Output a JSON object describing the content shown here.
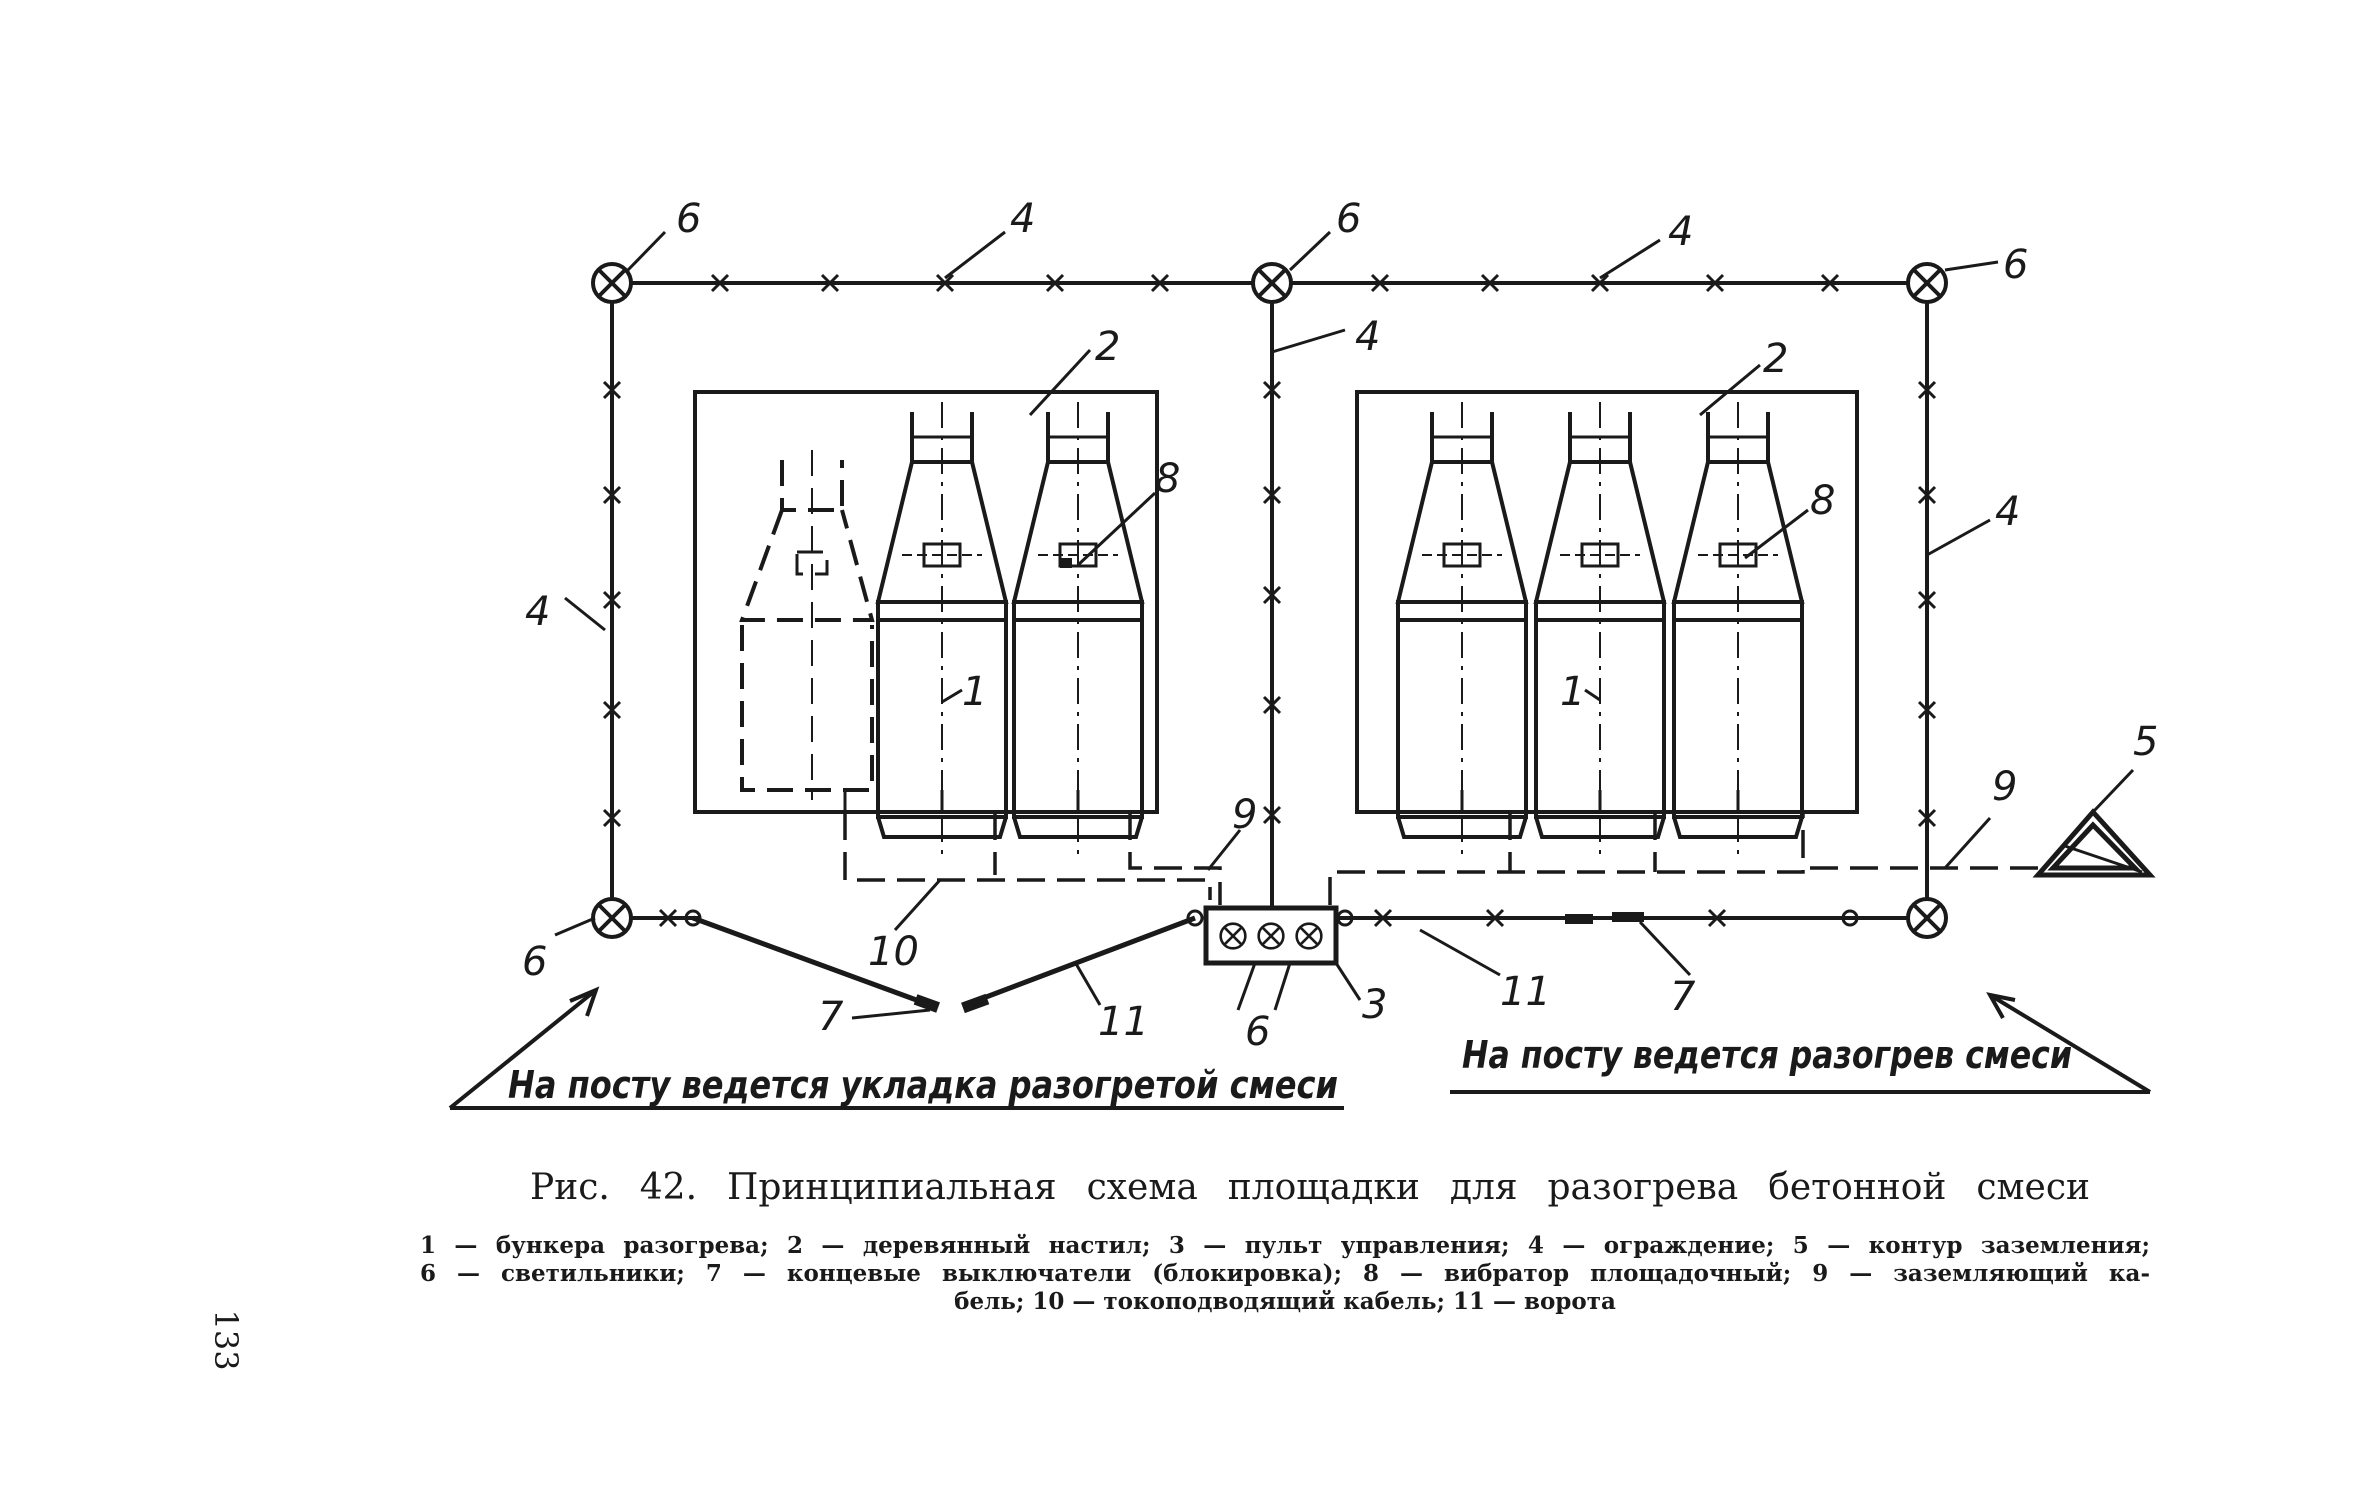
{
  "labels": {
    "n1": "1",
    "n2": "2",
    "n3": "3",
    "n4": "4",
    "n5": "5",
    "n6": "6",
    "n7": "7",
    "n8": "8",
    "n9": "9",
    "n10": "10",
    "n11": "11"
  },
  "banners": {
    "left": "На посту ведется укладка разогретой смеси",
    "right": "На посту ведется разогрев смеси"
  },
  "caption": "Рис. 42. Принципиальная схема площадки для разогрева бетонной смеси",
  "legend": {
    "line1": "1 — бункера разогрева; 2 — деревянный настил; 3 — пульт управления; 4 — ограждение; 5 — контур заземления;",
    "line2": "6 — светильники; 7 — концевые выключатели (блокировка); 8 — вибратор площадочный; 9 — заземляющий ка-",
    "line3": "бель; 10 — токоподводящий кабель; 11 — ворота"
  },
  "page_number": "133"
}
